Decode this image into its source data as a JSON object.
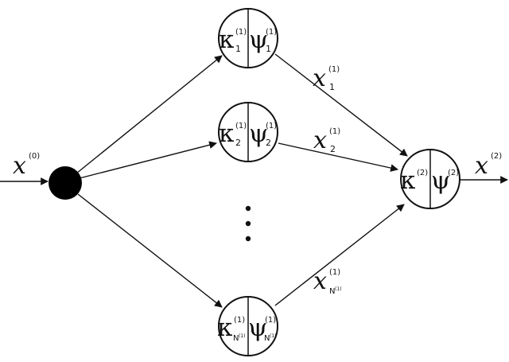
{
  "diagram": {
    "input_label": {
      "base": "x",
      "sup": "(0)"
    },
    "output_label": {
      "base": "x",
      "sup": "(2)"
    },
    "layer1_nodes": [
      {
        "left_base": "κ",
        "left_sub": "1",
        "left_sup": "(1)",
        "right_base": "ψ",
        "right_sub": "1",
        "right_sup": "(1)"
      },
      {
        "left_base": "κ",
        "left_sub": "2",
        "left_sup": "(1)",
        "right_base": "ψ",
        "right_sub": "2",
        "right_sup": "(1)"
      },
      {
        "left_base": "κ",
        "left_sub": "N",
        "left_subsup": "(1)",
        "left_sup": "(1)",
        "right_base": "ψ",
        "right_sub": "N",
        "right_subsup": "(1)",
        "right_sup": "(1)"
      }
    ],
    "ellipsis": "⋮",
    "output_node": {
      "left_base": "κ",
      "left_sup": "(2)",
      "right_base": "ψ",
      "right_sup": "(2)"
    },
    "edge_labels": [
      {
        "base": "x",
        "sub": "1",
        "sup": "(1)"
      },
      {
        "base": "x",
        "sub": "2",
        "sup": "(1)"
      },
      {
        "base": "x",
        "sub": "N",
        "subsup": "(1)",
        "sup": "(1)"
      }
    ]
  },
  "colors": {
    "stroke": "#111111",
    "fill_node": "#ffffff",
    "fill_source": "#000000"
  }
}
